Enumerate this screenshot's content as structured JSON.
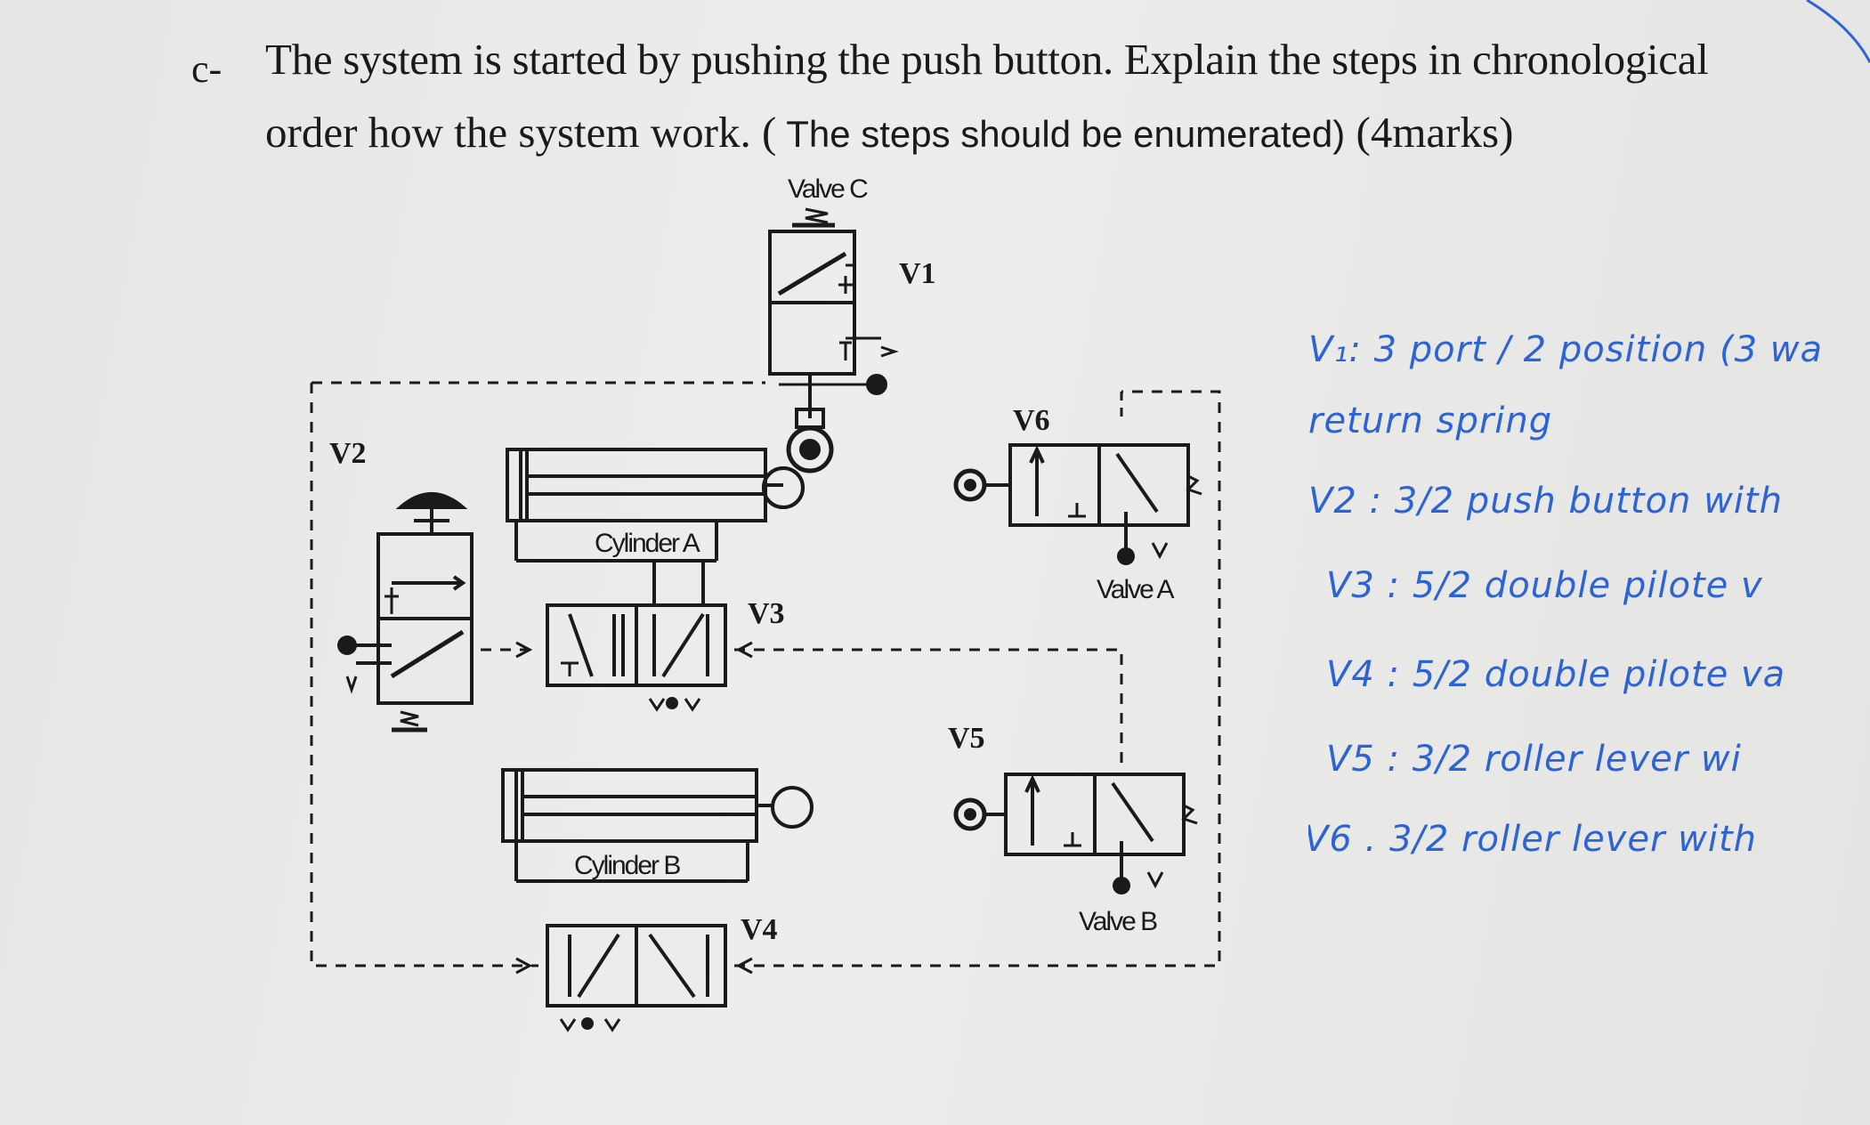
{
  "question": {
    "label": "c-",
    "line1": "The system is started by pushing the push button. Explain the steps in chronological",
    "line2_serif": "order how the system work. (",
    "line2_sans": " The steps should be enumerated)",
    "line2_marks": "   (4marks)"
  },
  "diagram": {
    "valve_c": "Valve C",
    "v1": "V1",
    "v2": "V2",
    "v3": "V3",
    "v4": "V4",
    "v5": "V5",
    "v6": "V6",
    "cylinder_a": "Cylinder A",
    "cylinder_b": "Cylinder B",
    "valve_a": "Valve A",
    "valve_b": "Valve B"
  },
  "notes": [
    "V₁:  3 port / 2 position  (3 wa",
    "return spring",
    "V2 :    3/2    push button   with",
    "V3 :  5/2   double pilote   v",
    "V4 : 5/2   double pilote   va",
    "V5 :  3/2   roller   lever  wi",
    "V6 .  3/2   roller   lever  with"
  ],
  "colors": {
    "ink": "#1a1a1a",
    "handwriting": "#2c63d8",
    "paper": "#e9e9e7"
  }
}
